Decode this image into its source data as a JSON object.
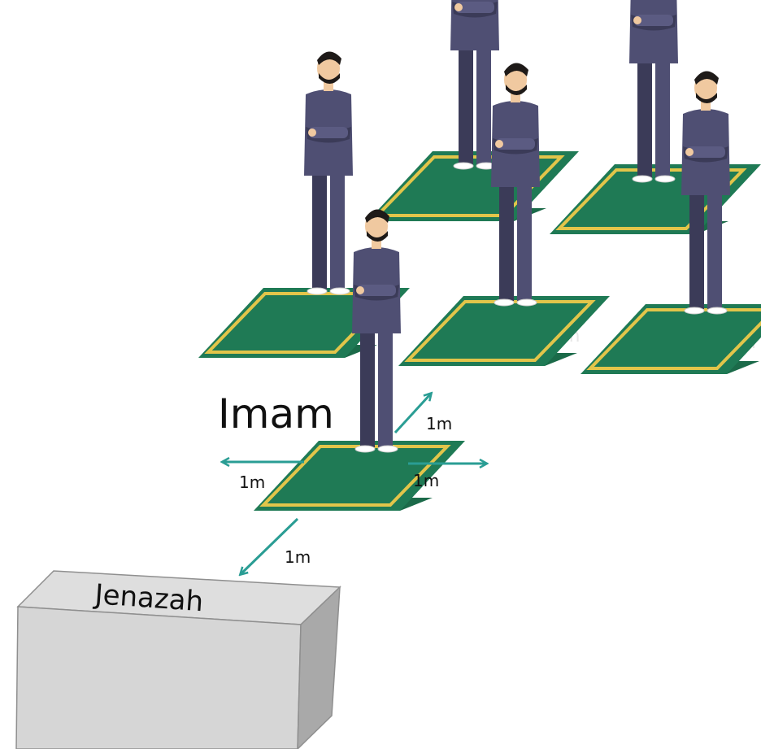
{
  "labels": {
    "imam": "Imam",
    "jenazah": "Jenazah",
    "distance_right_diag": "1m",
    "distance_left": "1m",
    "distance_right": "1m",
    "distance_front": "1m",
    "ghost_1": "1m",
    "ghost_2": "1r"
  },
  "colors": {
    "mat_green": "#1f7a55",
    "mat_border": "#e2c54a",
    "robe": "#4f4f73",
    "robe_dark": "#3b3b58",
    "skin": "#f0c9a0",
    "hair": "#1e1a18",
    "arrow": "#2a9d94",
    "box_top": "#dedede",
    "box_front": "#d6d6d6",
    "box_side": "#a9a9a9"
  },
  "icons": [
    "person-icon",
    "prayer-mat-icon",
    "arrow-icon"
  ]
}
